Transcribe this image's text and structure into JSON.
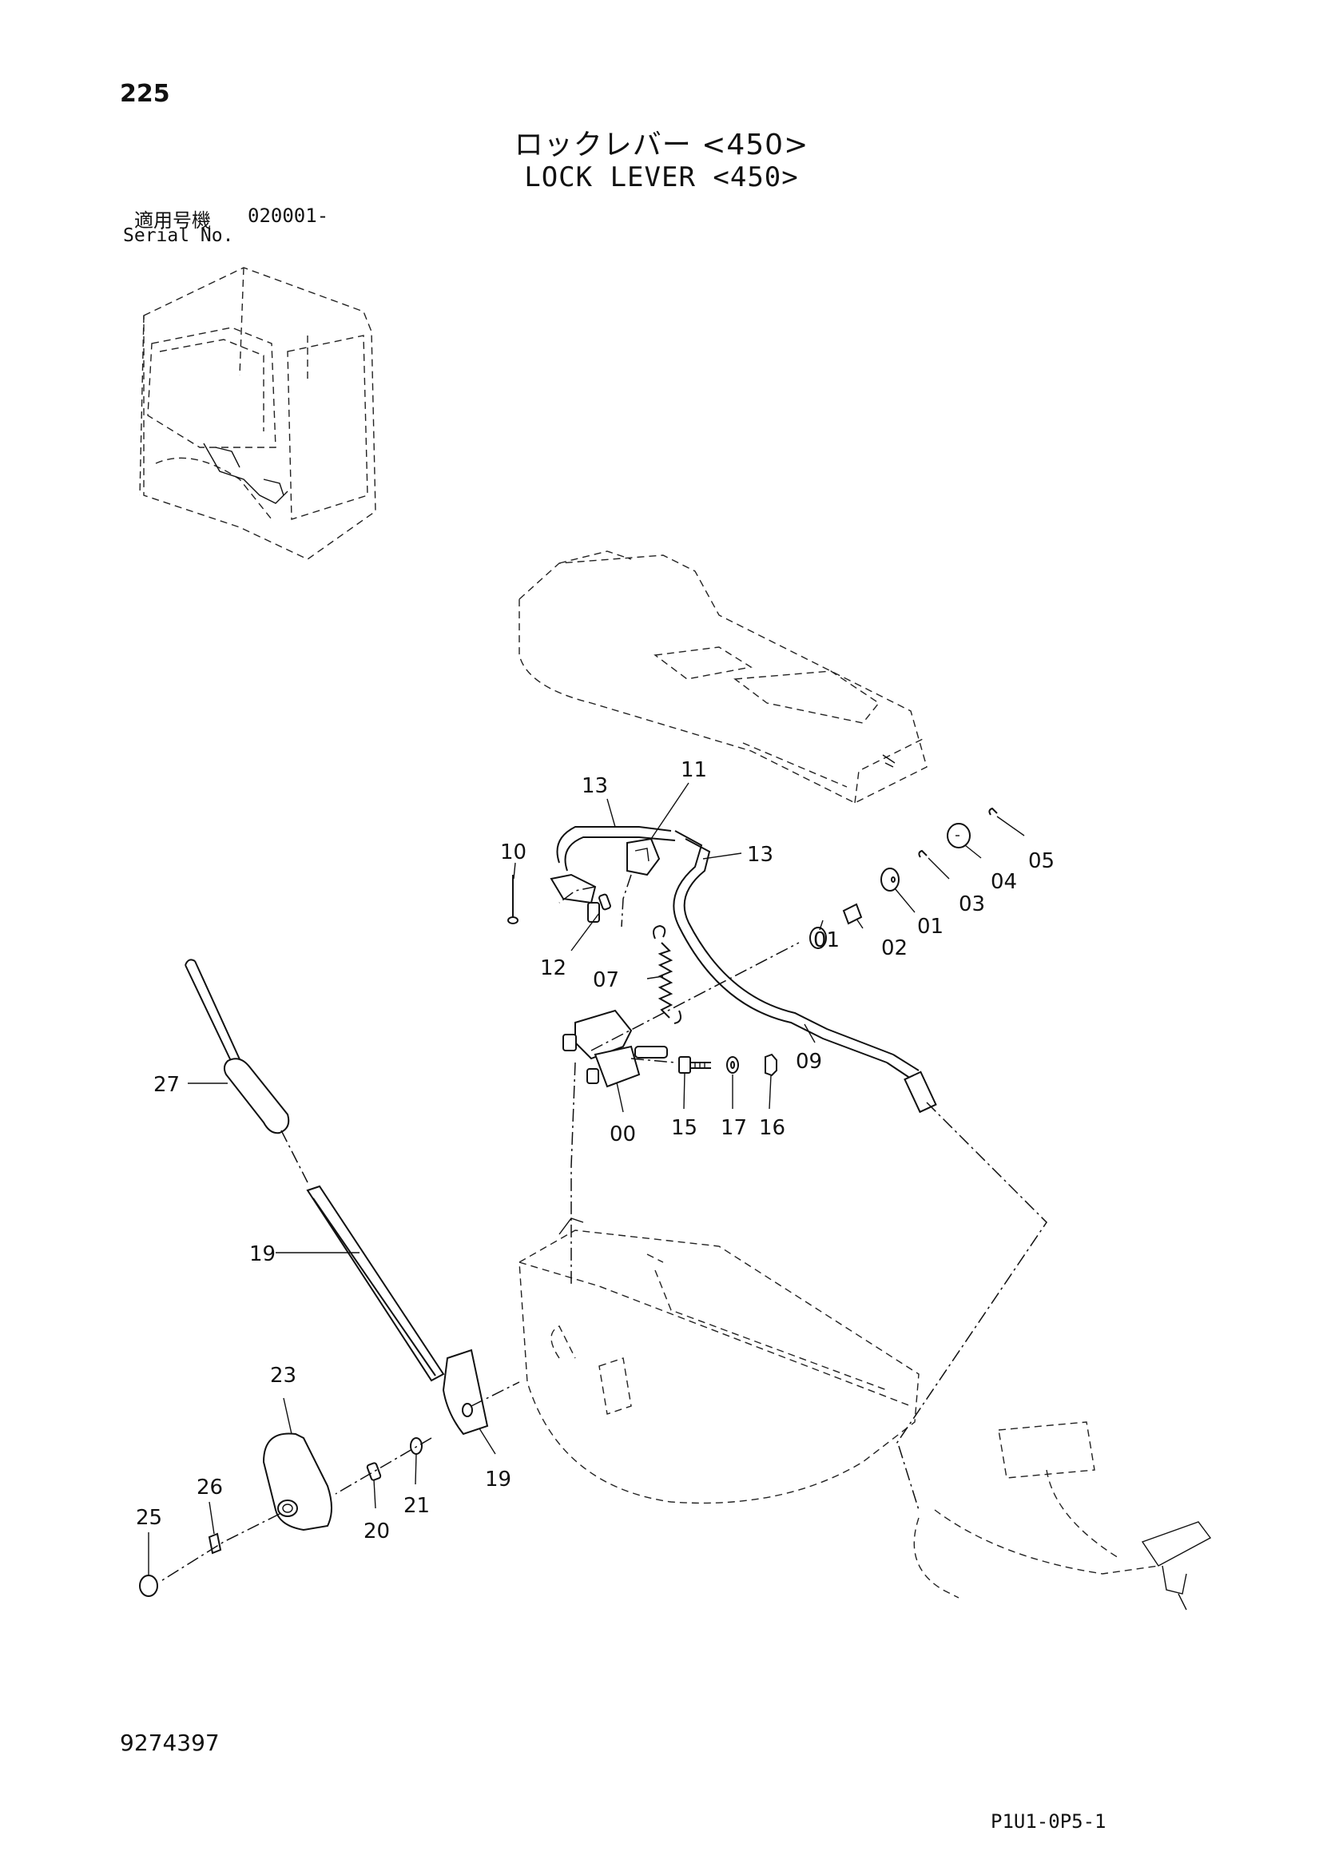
{
  "page_number": "225",
  "title_ja": "ロックレバー <450>",
  "title_en": "LOCK LEVER <450>",
  "serial": {
    "label_ja": "適用号機",
    "label_en": "Serial No.",
    "range": "020001-"
  },
  "callouts": [
    "00",
    "01",
    "01",
    "02",
    "03",
    "04",
    "05",
    "07",
    "09",
    "10",
    "11",
    "12",
    "13",
    "13",
    "15",
    "16",
    "17",
    "19",
    "19",
    "20",
    "21",
    "23",
    "25",
    "26",
    "27"
  ],
  "drawing_number": "9274397",
  "page_code": "P1U1-0P5-1"
}
